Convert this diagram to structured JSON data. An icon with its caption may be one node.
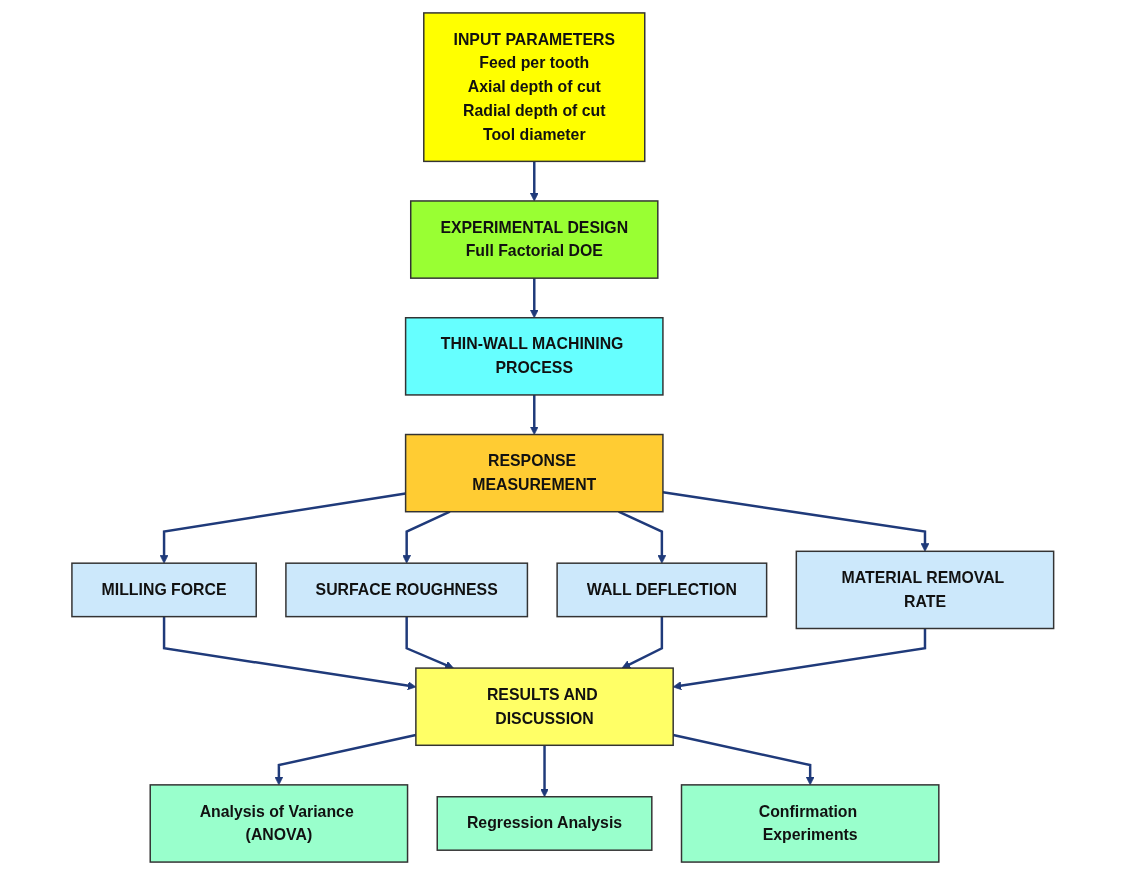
{
  "diagram": {
    "nodes": [
      {
        "text": [
          "INPUT PARAMETERS",
          "Feed per tooth",
          "Axial depth of cut",
          "Radial depth of cut",
          "Tool diameter"
        ]
      },
      {
        "text": [
          "EXPERIMENTAL DESIGN",
          "Full Factorial DOE"
        ]
      },
      {
        "text": [
          "THIN-WALL MACHINING PROCESS"
        ]
      },
      {
        "text": [
          "RESPONSE MEASUREMENT"
        ]
      },
      {
        "text": [
          "MILLING FORCE"
        ]
      },
      {
        "text": [
          "SURFACE ROUGHNESS"
        ]
      },
      {
        "text": [
          "WALL DEFLECTION"
        ]
      },
      {
        "text": [
          "MATERIAL REMOVAL RATE"
        ]
      },
      {
        "text": [
          "RESULTS AND DISCUSSION"
        ]
      },
      {
        "text": [
          "Analysis of Variance (ANOVA)"
        ]
      },
      {
        "text": [
          "Regression Analysis"
        ]
      },
      {
        "text": [
          "Confirmation Experiments"
        ]
      }
    ],
    "edges": [
      {
        "from": 0,
        "to": 1,
        "arrow": "to"
      },
      {
        "from": 1,
        "to": 2,
        "arrow": "to"
      },
      {
        "from": 2,
        "to": 3,
        "arrow": "to"
      },
      {
        "from": 3,
        "to": 4,
        "arrow": "to"
      },
      {
        "from": 3,
        "to": 5,
        "arrow": "to"
      },
      {
        "from": 3,
        "to": 6,
        "arrow": "to"
      },
      {
        "from": 3,
        "to": 7,
        "arrow": "to"
      },
      {
        "from": 4,
        "to": 8,
        "arrow": "to"
      },
      {
        "from": 5,
        "to": 8,
        "arrow": "to"
      },
      {
        "from": 6,
        "to": 8,
        "arrow": "to"
      },
      {
        "from": 7,
        "to": 8,
        "arrow": "to"
      },
      {
        "from": 8,
        "to": 9,
        "arrow": "to"
      },
      {
        "from": 8,
        "to": 10,
        "arrow": "to"
      },
      {
        "from": 8,
        "to": 11,
        "arrow": "to"
      }
    ]
  }
}
